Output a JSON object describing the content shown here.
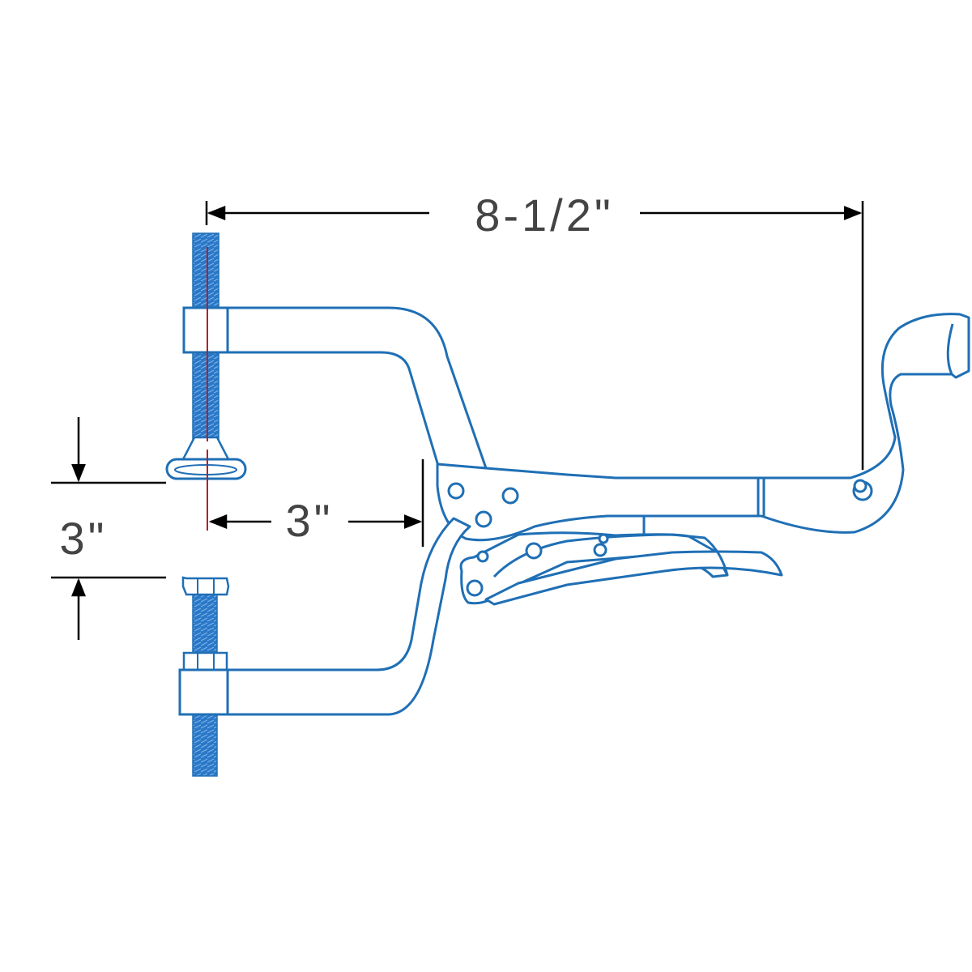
{
  "dimensions": {
    "overall_length": "8-1/2\"",
    "throat_depth": "3\"",
    "jaw_opening": "3\""
  },
  "colors": {
    "tool_outline": "#1f6fb5",
    "thread_fill": "#2a78c8",
    "dimension_line": "#000000",
    "label_text": "#444444",
    "center_line": "#b0202a"
  }
}
